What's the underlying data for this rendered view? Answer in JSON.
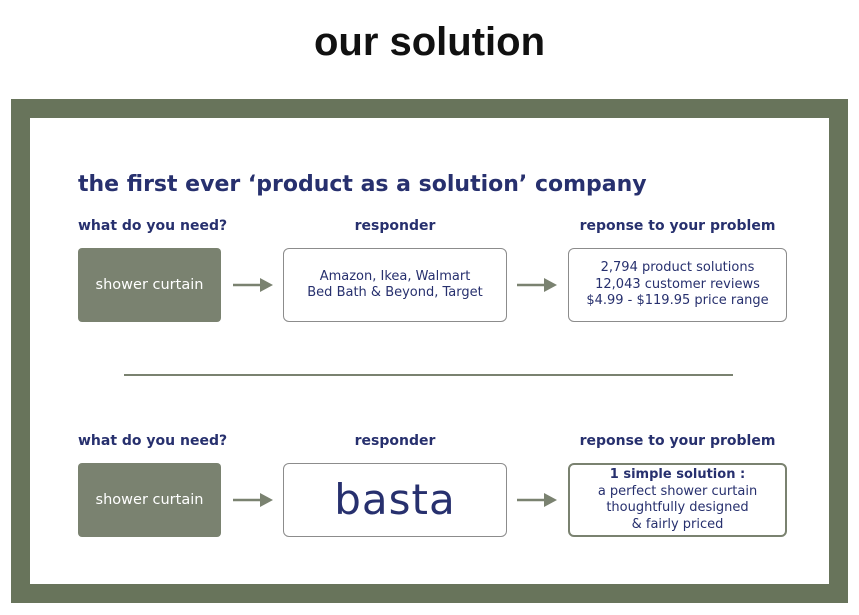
{
  "page": {
    "title": "our solution"
  },
  "diagram": {
    "headline": "the first ever ‘product as a solution’ company",
    "rows": [
      {
        "need_label": "what do you need?",
        "responder_label": "responder",
        "response_label": "reponse to your problem",
        "need": "shower curtain",
        "responder_lines": [
          "Amazon, Ikea, Walmart",
          "Bed Bath & Beyond, Target"
        ],
        "response_lines": [
          "2,794 product solutions",
          "12,043 customer reviews",
          "$4.99 - $119.95 price range"
        ]
      },
      {
        "need_label": "what do you need?",
        "responder_label": "responder",
        "response_label": "reponse to your problem",
        "need": "shower curtain",
        "responder_brand": "basta",
        "response_heading": "1 simple solution :",
        "response_lines": [
          "a perfect shower curtain",
          "thoughtfully designed",
          "& fairly priced"
        ]
      }
    ]
  },
  "colors": {
    "frame": "#68745b",
    "accent_text": "#27306e",
    "need_box": "#7a8270"
  }
}
